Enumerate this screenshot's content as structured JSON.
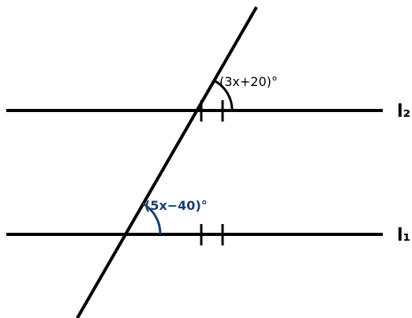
{
  "angles": {
    "top": "(3x+20)°",
    "bottom": "(5x−40)°"
  },
  "lines": {
    "upper": "l₂",
    "lower": "l₁"
  },
  "colors": {
    "lines": "#000000",
    "bottom_angle": "#1a3f6e"
  }
}
